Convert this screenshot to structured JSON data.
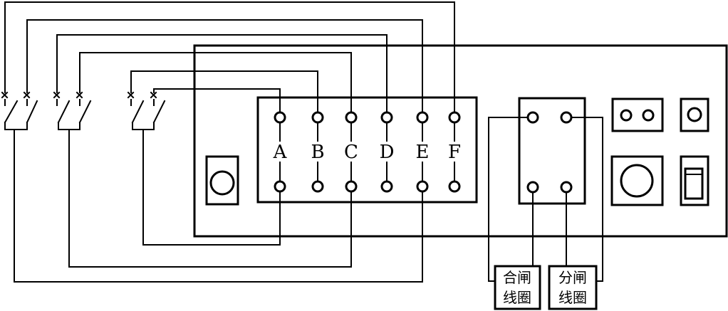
{
  "terminals": [
    "A",
    "B",
    "C",
    "D",
    "E",
    "F"
  ],
  "coils": {
    "closing": {
      "line1": "合闸",
      "line2": "线圈"
    },
    "opening": {
      "line1": "分闸",
      "line2": "线圈"
    }
  },
  "colors": {
    "line": "#000000",
    "background": "#ffffff"
  }
}
